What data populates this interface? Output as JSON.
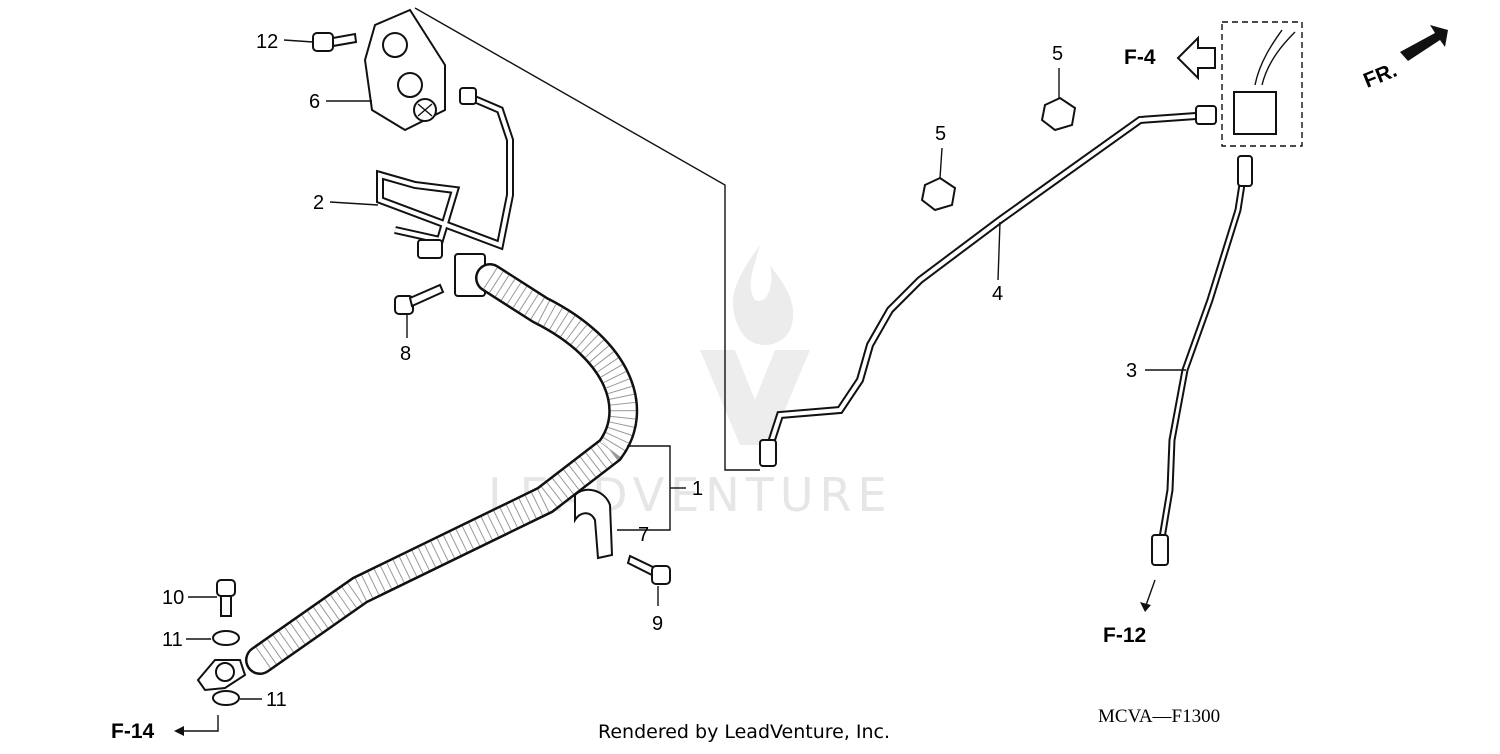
{
  "diagram": {
    "callouts": {
      "c1": "1",
      "c2": "2",
      "c3": "3",
      "c4": "4",
      "c5a": "5",
      "c5b": "5",
      "c6": "6",
      "c7": "7",
      "c8": "8",
      "c9": "9",
      "c10": "10",
      "c11a": "11",
      "c11b": "11",
      "c12": "12"
    },
    "references": {
      "f4": "F-4",
      "f12": "F-12",
      "f14": "F-14",
      "fr": "FR."
    },
    "diagram_code": "MCVA—F1300",
    "footer": "Rendered by LeadVenture, Inc.",
    "watermark": "LEADVENTURE"
  }
}
